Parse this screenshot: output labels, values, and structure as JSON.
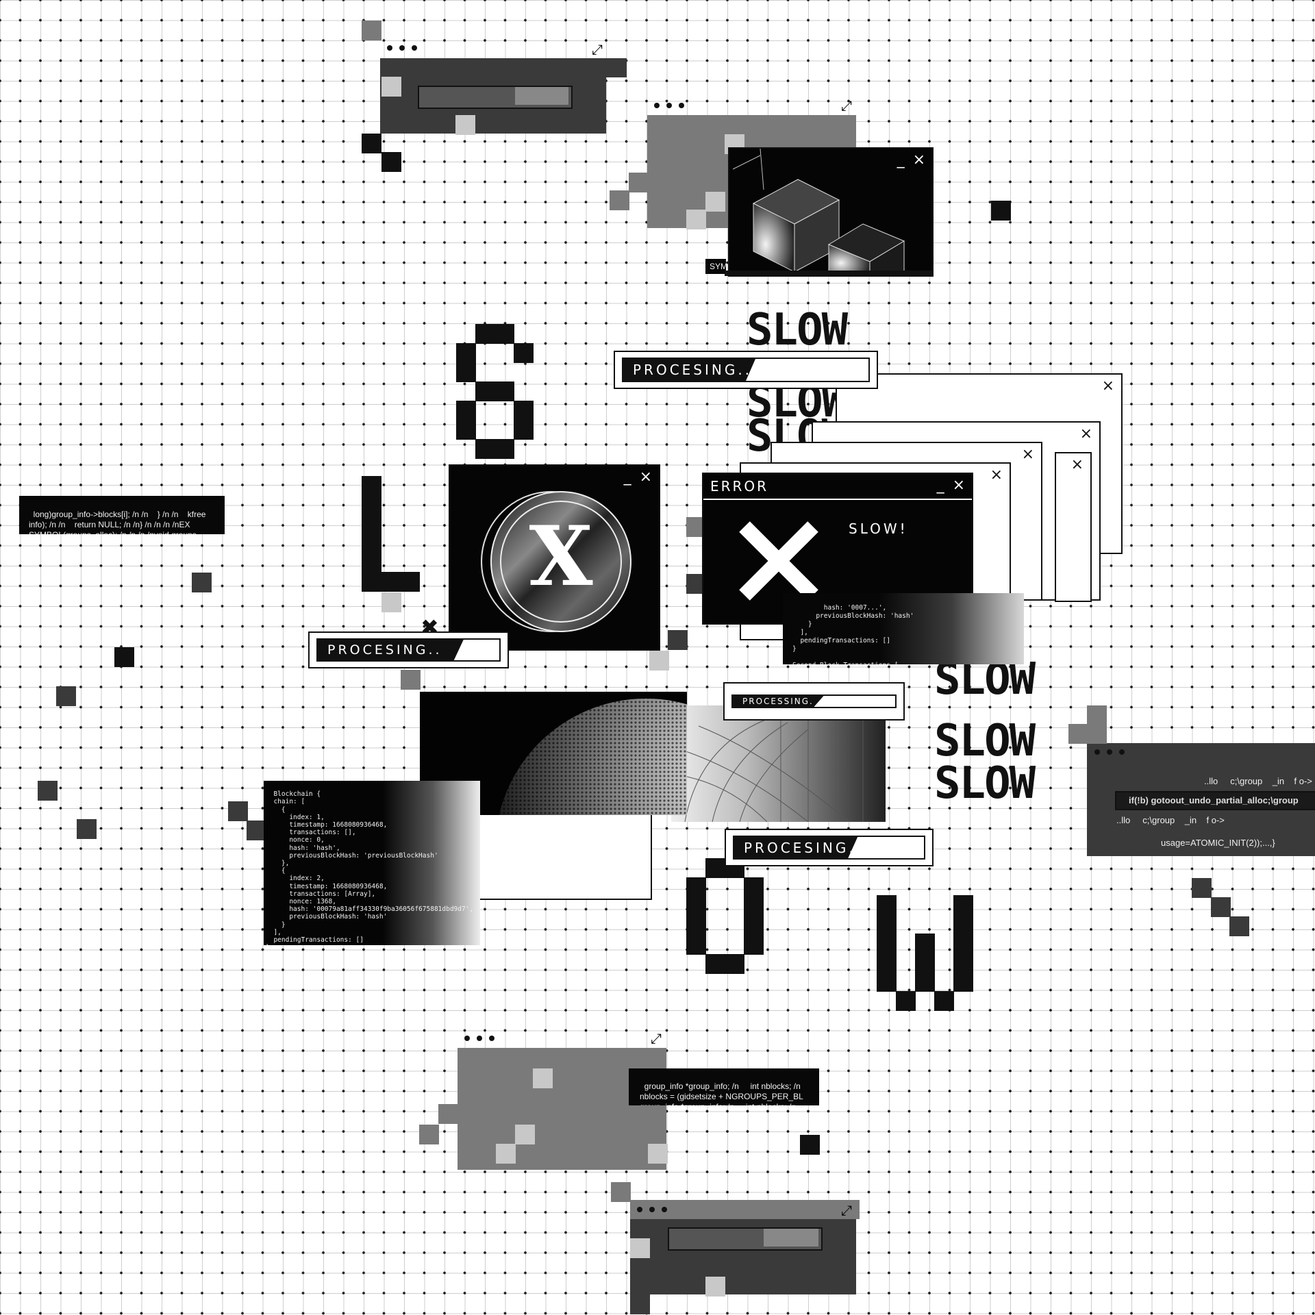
{
  "processing_bars": [
    {
      "label": "PROCESING..",
      "progress": 0.5
    },
    {
      "label": "PROCESING..",
      "progress": 0.75
    },
    {
      "label": "PROCESSING.",
      "progress": 0.5
    },
    {
      "label": "PROCESING..",
      "progress": 0.6
    }
  ],
  "error_window": {
    "title": "ERROR",
    "message": "SLOW!"
  },
  "window_controls": {
    "minimize": "_",
    "close": "×"
  },
  "coin_letter": "X",
  "slow_word": "SLOW",
  "big_letters": [
    "S",
    "L",
    "O",
    "W"
  ],
  "code_snippets": {
    "left": "long)group_info->blocks[i]; /n /n    } /n /n    kfree\ninfo); /n /n    return NULL; /n /n} /n /n /n /nEX\nSYMBOL(groups_alloc); /n /n /n /nvoid groups_",
    "bottom": "group_info *group_info; /n     int nblocks; /n\nnblocks = (gidsetsize + NGROUPS_PER_BL\ngroup_info *group_info; /n     int nblocks; /n",
    "right_line1": "..llo     c;\\group    _in    f o->",
    "right_line2": "if(!b) gotoout_undo_partial_alloc;\\group",
    "right_line3": "..llo     c;\\group    _in    f o->",
    "right_line4": "usage=ATOMIC_INIT(2));...,}",
    "blockchain": "Blockchain {\n  chain: [\n    {\n      index: 1,\n      timestamp: 1668080936468,\n      transactions: [],\n      nonce: 0,\n      hash: 'hash',\n      previousBlockHash: 'previousBlockHash'\n    },\n    {\n      index: 2,\n      timestamp: 1668080936468,\n      transactions: [Array],\n      nonce: 1368,\n      hash: '00079a81aff34330f9ba36056f675881dbd9d7',\n      previousBlockHash: 'hash'\n    }\n  ],\n  pendingTransactions: []\n}",
    "block_overlay": "      hash: '0007...',\n      previousBlockHash: 'hash'\n    }\n  ],\n  pendingTransactions: []\n}\n\nSecond Block Transactions [",
    "cube_caption": "SYM"
  },
  "colors": {
    "black": "#111111",
    "dark_gray": "#3a3a3a",
    "mid_gray": "#7a7a7a",
    "light_gray": "#c8c8c8",
    "white": "#ffffff"
  }
}
